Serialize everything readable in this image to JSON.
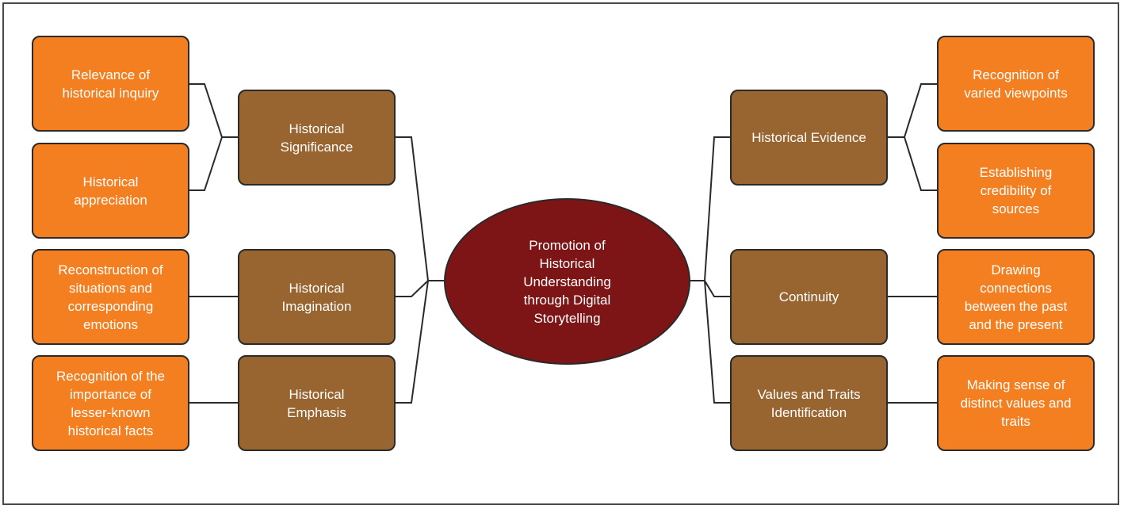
{
  "diagram": {
    "center": {
      "label": "Promotion of\nHistorical\nUnderstanding\nthrough Digital\nStorytelling",
      "color": "#7d1416"
    },
    "colors": {
      "theme_box": "#986531",
      "leaf_box": "#f37f21",
      "connector": "#2a2a2a",
      "text": "#ffffff"
    },
    "left_themes": [
      {
        "label": "Historical\nSignificance",
        "leaves": [
          "Relevance of\nhistorical inquiry",
          "Historical\nappreciation"
        ]
      },
      {
        "label": "Historical\nImagination",
        "leaves": [
          "Reconstruction of\nsituations and\ncorresponding\nemotions"
        ]
      },
      {
        "label": "Historical\nEmphasis",
        "leaves": [
          "Recognition of the\nimportance of\nlesser-known\nhistorical facts"
        ]
      }
    ],
    "right_themes": [
      {
        "label": "Historical Evidence",
        "leaves": [
          "Recognition of\nvaried viewpoints",
          "Establishing\ncredibility of\nsources"
        ]
      },
      {
        "label": "Continuity",
        "leaves": [
          "Drawing\nconnections\nbetween the past\nand the present"
        ]
      },
      {
        "label": "Values and Traits\nIdentification",
        "leaves": [
          "Making sense of\ndistinct values and\ntraits"
        ]
      }
    ]
  }
}
